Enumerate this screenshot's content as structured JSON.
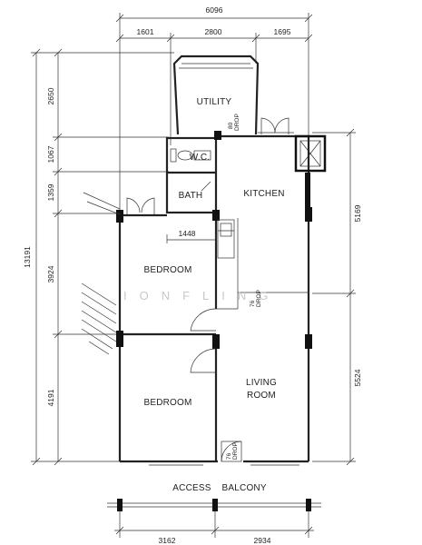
{
  "dimensions": {
    "top_total": "6096",
    "top_parts": [
      "1601",
      "2800",
      "1695"
    ],
    "left_total": "13191",
    "left_parts": [
      "2650",
      "1067",
      "1359",
      "3924",
      "4191"
    ],
    "right_parts": [
      "5169",
      "5524"
    ],
    "bottom_parts": [
      "3162",
      "2934"
    ],
    "internal": "1448"
  },
  "rooms": {
    "utility": "UTILITY",
    "wc": "W.C.",
    "bath": "BATH",
    "kitchen": "KITCHEN",
    "bedroom_1": "BEDROOM",
    "bedroom_2": "BEDROOM",
    "living": "LIVING",
    "living_2": "ROOM"
  },
  "drops": {
    "utility_drop": [
      "80",
      "DROP"
    ],
    "living_drop": [
      "76",
      "DROP"
    ],
    "balcony_drop": [
      "76",
      "DROP"
    ]
  },
  "labels": {
    "access_balcony": "ACCESS    BALCONY"
  },
  "watermark": "IONFLING"
}
